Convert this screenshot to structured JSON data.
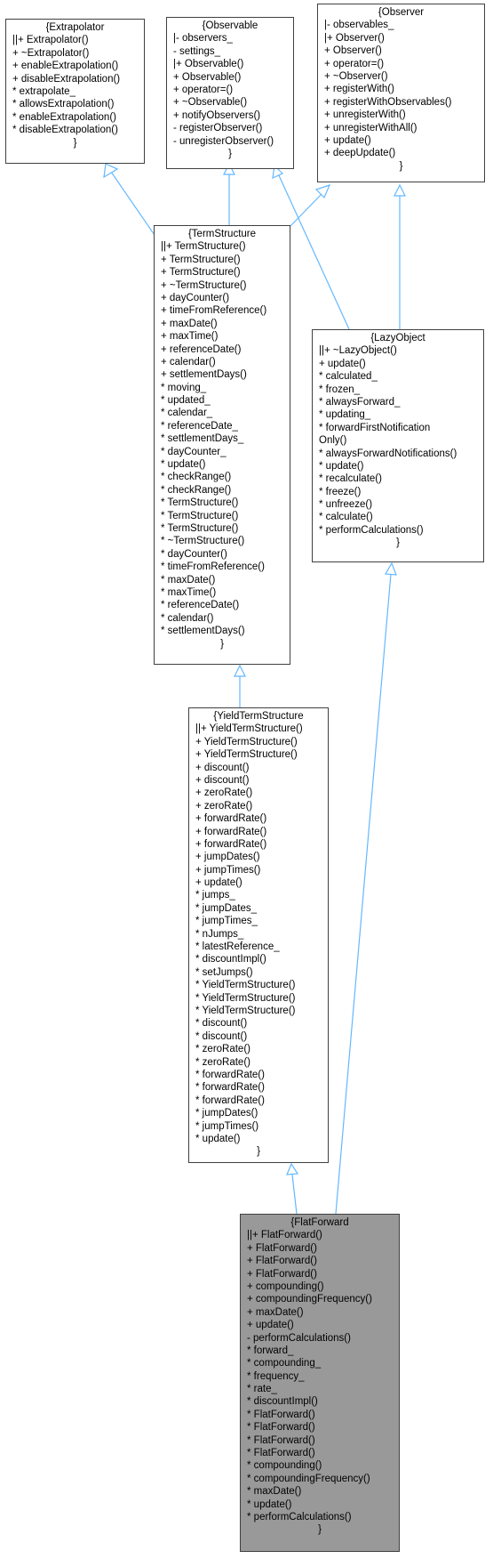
{
  "colors": {
    "edge": "#63b8ff",
    "box_border": "#404040",
    "focus_fill": "#999999"
  },
  "classes": {
    "extrapolator": {
      "title": "{Extrapolator",
      "members": [
        "||+ Extrapolator()",
        "+ ~Extrapolator()",
        "+ enableExtrapolation()",
        "+ disableExtrapolation()",
        "* extrapolate_",
        "* allowsExtrapolation()",
        "* enableExtrapolation()",
        "* disableExtrapolation()"
      ],
      "close": "}"
    },
    "observable": {
      "title": "{Observable",
      "members": [
        "|- observers_",
        "- settings_",
        "|+ Observable()",
        "+ Observable()",
        "+ operator=()",
        "+ ~Observable()",
        "+ notifyObservers()",
        "- registerObserver()",
        "- unregisterObserver()"
      ],
      "close": "}"
    },
    "observer": {
      "title": "{Observer",
      "members": [
        "|- observables_",
        "|+ Observer()",
        "+ Observer()",
        "+ operator=()",
        "+ ~Observer()",
        "+ registerWith()",
        "+ registerWithObservables()",
        "+ unregisterWith()",
        "+ unregisterWithAll()",
        "+ update()",
        "+ deepUpdate()"
      ],
      "close": "}"
    },
    "term_structure": {
      "title": "{TermStructure",
      "members": [
        "||+ TermStructure()",
        "+ TermStructure()",
        "+ TermStructure()",
        "+ ~TermStructure()",
        "+ dayCounter()",
        "+ timeFromReference()",
        "+ maxDate()",
        "+ maxTime()",
        "+ referenceDate()",
        "+ calendar()",
        "+ settlementDays()",
        "* moving_",
        "* updated_",
        "* calendar_",
        "* referenceDate_",
        "* settlementDays_",
        "* dayCounter_",
        "* update()",
        "* checkRange()",
        "* checkRange()",
        "* TermStructure()",
        "* TermStructure()",
        "* TermStructure()",
        "* ~TermStructure()",
        "* dayCounter()",
        "* timeFromReference()",
        "* maxDate()",
        "* maxTime()",
        "* referenceDate()",
        "* calendar()",
        "* settlementDays()"
      ],
      "close": "}"
    },
    "lazy_object": {
      "title": "{LazyObject",
      "members": [
        "||+ ~LazyObject()",
        "+ update()",
        "* calculated_",
        "* frozen_",
        "* alwaysForward_",
        "* updating_",
        "* forwardFirstNotification",
        "Only()",
        "* alwaysForwardNotifications()",
        "* update()",
        "* recalculate()",
        "* freeze()",
        "* unfreeze()",
        "* calculate()",
        "* performCalculations()"
      ],
      "close": "}"
    },
    "yield_term_structure": {
      "title": "{YieldTermStructure",
      "members": [
        "||+ YieldTermStructure()",
        "+ YieldTermStructure()",
        "+ YieldTermStructure()",
        "+ discount()",
        "+ discount()",
        "+ zeroRate()",
        "+ zeroRate()",
        "+ forwardRate()",
        "+ forwardRate()",
        "+ forwardRate()",
        "+ jumpDates()",
        "+ jumpTimes()",
        "+ update()",
        "* jumps_",
        "* jumpDates_",
        "* jumpTimes_",
        "* nJumps_",
        "* latestReference_",
        "* discountImpl()",
        "* setJumps()",
        "* YieldTermStructure()",
        "* YieldTermStructure()",
        "* YieldTermStructure()",
        "* discount()",
        "* discount()",
        "* zeroRate()",
        "* zeroRate()",
        "* forwardRate()",
        "* forwardRate()",
        "* forwardRate()",
        "* jumpDates()",
        "* jumpTimes()",
        "* update()"
      ],
      "close": "}"
    },
    "flat_forward": {
      "title": "{FlatForward",
      "members": [
        "||+ FlatForward()",
        "+ FlatForward()",
        "+ FlatForward()",
        "+ FlatForward()",
        "+ compounding()",
        "+ compoundingFrequency()",
        "+ maxDate()",
        "+ update()",
        "- performCalculations()",
        "* forward_",
        "* compounding_",
        "* frequency_",
        "* rate_",
        "* discountImpl()",
        "* FlatForward()",
        "* FlatForward()",
        "* FlatForward()",
        "* FlatForward()",
        "* compounding()",
        "* compoundingFrequency()",
        "* maxDate()",
        "* update()",
        "* performCalculations()"
      ],
      "close": "}"
    }
  }
}
